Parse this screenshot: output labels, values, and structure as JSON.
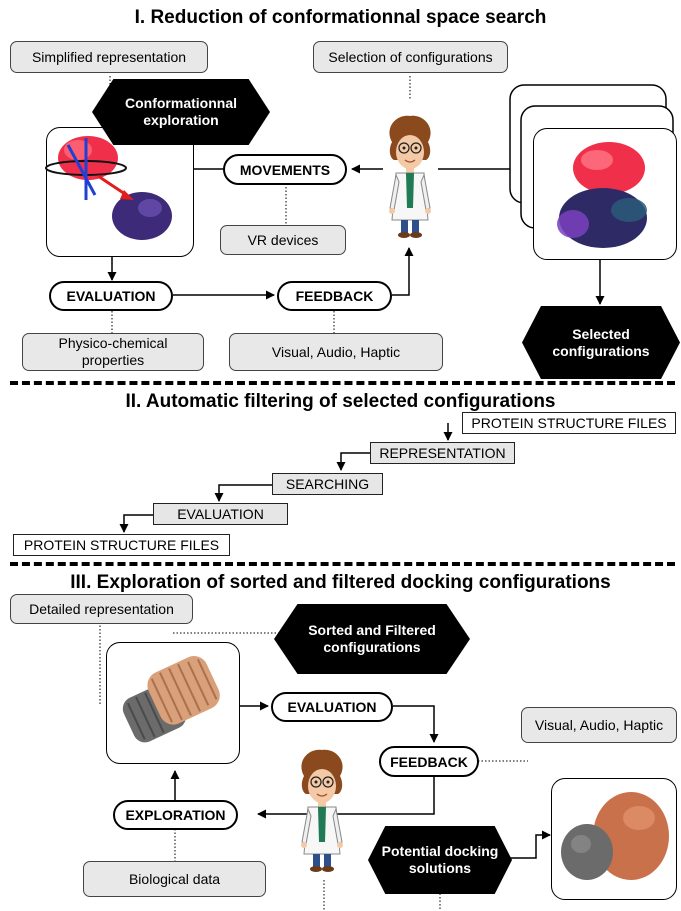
{
  "section1": {
    "title": "I. Reduction of conformationnal space search",
    "simplified_representation": "Simplified representation",
    "selection_of_configurations": "Selection of configurations",
    "conformational_exploration": "Conformationnal exploration",
    "movements": "MOVEMENTS",
    "vr_devices": "VR devices",
    "evaluation": "EVALUATION",
    "feedback": "FEEDBACK",
    "physico_chemical": "Physico-chemical properties",
    "feedback_channels": "Visual, Audio, Haptic",
    "selected_configurations": "Selected configurations"
  },
  "section2": {
    "title": "II. Automatic filtering of selected configurations",
    "steps": [
      "PROTEIN STRUCTURE FILES",
      "REPRESENTATION",
      "SEARCHING",
      "EVALUATION",
      "PROTEIN STRUCTURE FILES"
    ]
  },
  "section3": {
    "title": "III. Exploration of sorted and filtered docking configurations",
    "detailed_representation": "Detailed representation",
    "sorted_filtered": "Sorted and Filtered configurations",
    "evaluation": "EVALUATION",
    "feedback": "FEEDBACK",
    "feedback_channels": "Visual, Audio, Haptic",
    "exploration": "EXPLORATION",
    "potential_solutions": "Potential docking solutions",
    "biological_data": "Biological data"
  },
  "colors": {
    "protein_red": "#f0304a",
    "protein_purple": "#3d2a78",
    "protein_tan": "#d9a07a",
    "protein_gray": "#6b6b6b",
    "protein_copper": "#c9714a",
    "box_gray": "#e8e8e8"
  }
}
